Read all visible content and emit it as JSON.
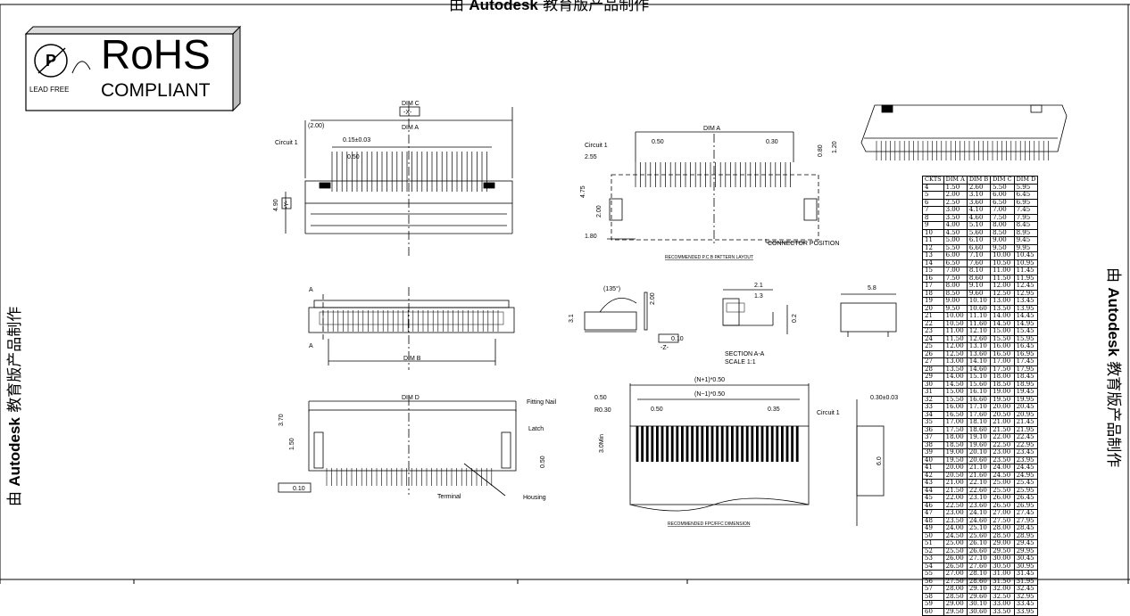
{
  "watermark": {
    "prefix": "由",
    "brand": "Autodesk",
    "suffix": "教育版产品制作"
  },
  "badge": {
    "title": "RoHS",
    "subtitle": "COMPLIANT",
    "lead_free": "LEAD FREE"
  },
  "labels": {
    "dim_a": "DIM A",
    "dim_b": "DIM B",
    "dim_c": "DIM C",
    "dim_d": "DIM D",
    "x_box": "-X-",
    "y_box": "-Y-",
    "z_box": "-Z-",
    "circuit1": "Circuit 1",
    "circuit1_b": "Circuit 1",
    "d200": "(2.00)",
    "d015": "0.15±0.03",
    "d050": "0.50",
    "d490": "4.90",
    "pcb_050": "0.50",
    "pcb_030": "0.30",
    "pcb_080": "0.80",
    "pcb_120": "1.20",
    "pcb_255": "2.55",
    "pcb_475": "4.75",
    "pcb_200": "2.00",
    "pcb_180": "1.80",
    "connector_position": "CONNECTOR POSITION",
    "pcb_caption": "RECOMMENDED P.C.B PATTERN LAYOUT",
    "a_top": "A",
    "a_bot": "A",
    "angle": "(135°)",
    "s31": "3.1",
    "s200": "2.00",
    "flat010": "0.10",
    "sec21": "2.1",
    "sec13": "1.3",
    "sec02": "0.2",
    "sec_title": "SECTION  A-A",
    "sec_scale": "SCALE    1:1",
    "s58": "5.8",
    "fitting_nail": "Fitting Nail",
    "latch": "Latch",
    "terminal": "Terminal",
    "housing": "Housing",
    "d370": "3.70",
    "d150": "1.50",
    "d050b": "0.50",
    "d010": "0.10",
    "fpc_n1": "(N+1)*0.50",
    "fpc_nm1": "(N−1)*0.50",
    "fpc_050a": "0.50",
    "fpc_r030": "R0.30",
    "fpc_050b": "0.50",
    "fpc_035": "0.35",
    "fpc_030": "0.30±0.03",
    "fpc_3min": "3.0Min",
    "fpc_60": "6.0",
    "fpc_caption": "RECOMMENDED FPC/FFC DIMENSION"
  },
  "table": {
    "headers": [
      "CKTS",
      "DIM A",
      "DIM B",
      "DIM C",
      "DIM D"
    ],
    "rows": [
      [
        "4",
        "1.50",
        "2.60",
        "5.50",
        "5.95"
      ],
      [
        "5",
        "2.00",
        "3.10",
        "6.00",
        "6.45"
      ],
      [
        "6",
        "2.50",
        "3.60",
        "6.50",
        "6.95"
      ],
      [
        "7",
        "3.00",
        "4.10",
        "7.00",
        "7.45"
      ],
      [
        "8",
        "3.50",
        "4.60",
        "7.50",
        "7.95"
      ],
      [
        "9",
        "4.00",
        "5.10",
        "8.00",
        "8.45"
      ],
      [
        "10",
        "4.50",
        "5.60",
        "8.50",
        "8.95"
      ],
      [
        "11",
        "5.00",
        "6.10",
        "9.00",
        "9.45"
      ],
      [
        "12",
        "5.50",
        "6.60",
        "9.50",
        "9.95"
      ],
      [
        "13",
        "6.00",
        "7.10",
        "10.00",
        "10.45"
      ],
      [
        "14",
        "6.50",
        "7.60",
        "10.50",
        "10.95"
      ],
      [
        "15",
        "7.00",
        "8.10",
        "11.00",
        "11.45"
      ],
      [
        "16",
        "7.50",
        "8.60",
        "11.50",
        "11.95"
      ],
      [
        "17",
        "8.00",
        "9.10",
        "12.00",
        "12.45"
      ],
      [
        "18",
        "8.50",
        "9.60",
        "12.50",
        "12.95"
      ],
      [
        "19",
        "9.00",
        "10.10",
        "13.00",
        "13.45"
      ],
      [
        "20",
        "9.50",
        "10.60",
        "13.50",
        "13.95"
      ],
      [
        "21",
        "10.00",
        "11.10",
        "14.00",
        "14.45"
      ],
      [
        "22",
        "10.50",
        "11.60",
        "14.50",
        "14.95"
      ],
      [
        "23",
        "11.00",
        "12.10",
        "15.00",
        "15.45"
      ],
      [
        "24",
        "11.50",
        "12.60",
        "15.50",
        "15.95"
      ],
      [
        "25",
        "12.00",
        "13.10",
        "16.00",
        "16.45"
      ],
      [
        "26",
        "12.50",
        "13.60",
        "16.50",
        "16.95"
      ],
      [
        "27",
        "13.00",
        "14.10",
        "17.00",
        "17.45"
      ],
      [
        "28",
        "13.50",
        "14.60",
        "17.50",
        "17.95"
      ],
      [
        "29",
        "14.00",
        "15.10",
        "18.00",
        "18.45"
      ],
      [
        "30",
        "14.50",
        "15.60",
        "18.50",
        "18.95"
      ],
      [
        "31",
        "15.00",
        "16.10",
        "19.00",
        "19.45"
      ],
      [
        "32",
        "15.50",
        "16.60",
        "19.50",
        "19.95"
      ],
      [
        "33",
        "16.00",
        "17.10",
        "20.00",
        "20.45"
      ],
      [
        "34",
        "16.50",
        "17.60",
        "20.50",
        "20.95"
      ],
      [
        "35",
        "17.00",
        "18.10",
        "21.00",
        "21.45"
      ],
      [
        "36",
        "17.50",
        "18.60",
        "21.50",
        "21.95"
      ],
      [
        "37",
        "18.00",
        "19.10",
        "22.00",
        "22.45"
      ],
      [
        "38",
        "18.50",
        "19.60",
        "22.50",
        "22.95"
      ],
      [
        "39",
        "19.00",
        "20.10",
        "23.00",
        "23.45"
      ],
      [
        "40",
        "19.50",
        "20.60",
        "23.50",
        "23.95"
      ],
      [
        "41",
        "20.00",
        "21.10",
        "24.00",
        "24.45"
      ],
      [
        "42",
        "20.50",
        "21.60",
        "24.50",
        "24.95"
      ],
      [
        "43",
        "21.00",
        "22.10",
        "25.00",
        "25.45"
      ],
      [
        "44",
        "21.50",
        "22.60",
        "25.50",
        "25.95"
      ],
      [
        "45",
        "22.00",
        "23.10",
        "26.00",
        "26.45"
      ],
      [
        "46",
        "22.50",
        "23.60",
        "26.50",
        "26.95"
      ],
      [
        "47",
        "23.00",
        "24.10",
        "27.00",
        "27.45"
      ],
      [
        "48",
        "23.50",
        "24.60",
        "27.50",
        "27.95"
      ],
      [
        "49",
        "24.00",
        "25.10",
        "28.00",
        "28.45"
      ],
      [
        "50",
        "24.50",
        "25.60",
        "28.50",
        "28.95"
      ],
      [
        "51",
        "25.00",
        "26.10",
        "29.00",
        "29.45"
      ],
      [
        "52",
        "25.50",
        "26.60",
        "29.50",
        "29.95"
      ],
      [
        "53",
        "26.00",
        "27.10",
        "30.00",
        "30.45"
      ],
      [
        "54",
        "26.50",
        "27.60",
        "30.50",
        "30.95"
      ],
      [
        "55",
        "27.00",
        "28.10",
        "31.00",
        "31.45"
      ],
      [
        "56",
        "27.50",
        "28.60",
        "31.50",
        "31.95"
      ],
      [
        "57",
        "28.00",
        "29.10",
        "32.00",
        "32.45"
      ],
      [
        "58",
        "28.50",
        "29.60",
        "32.50",
        "32.95"
      ],
      [
        "59",
        "29.00",
        "30.10",
        "33.00",
        "33.45"
      ],
      [
        "60",
        "29.50",
        "30.60",
        "33.50",
        "33.95"
      ]
    ]
  }
}
